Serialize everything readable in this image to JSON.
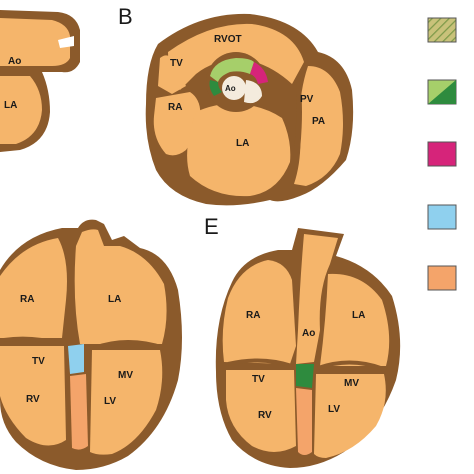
{
  "colors": {
    "tissue": "#F5B56B",
    "wall": "#8B5A2B",
    "background": "#ffffff",
    "legend_hatched": "#B7B56A",
    "legend_green": "#2E8B3E",
    "legend_magenta": "#D6247A",
    "legend_blue": "#8FD0EE",
    "legend_orange": "#F4A46A",
    "ao_white": "#F4EBDD"
  },
  "panels": {
    "a": {
      "labels": {
        "ao": "Ao",
        "la": "LA"
      }
    },
    "b": {
      "letter": "B",
      "labels": {
        "rvot": "RVOT",
        "tv": "TV",
        "ra": "RA",
        "ao": "Ao",
        "pv": "PV",
        "pa": "PA",
        "la": "LA"
      }
    },
    "d": {
      "labels": {
        "ra": "RA",
        "la": "LA",
        "tv": "TV",
        "mv": "MV",
        "rv": "RV",
        "lv": "LV"
      }
    },
    "e": {
      "letter": "E",
      "labels": {
        "ra": "RA",
        "ao": "Ao",
        "la": "LA",
        "tv": "TV",
        "mv": "MV",
        "rv": "RV",
        "lv": "LV"
      }
    }
  },
  "legend": [
    {
      "swatch": "hatched"
    },
    {
      "swatch": "green-split"
    },
    {
      "swatch": "magenta"
    },
    {
      "swatch": "blue"
    },
    {
      "swatch": "orange"
    }
  ]
}
